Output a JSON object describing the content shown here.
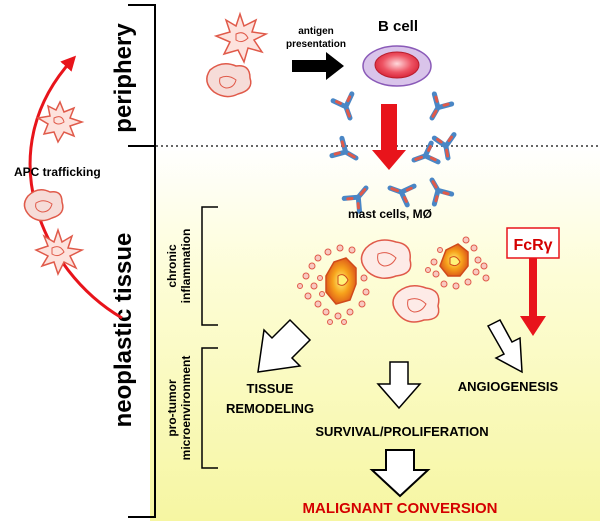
{
  "regions": {
    "periphery": "periphery",
    "neoplastic": "neoplastic tissue"
  },
  "side_labels": {
    "chronic_line1": "chronic",
    "chronic_line2": "inflammation",
    "protumor_line1": "pro-tumor",
    "protumor_line2": "microenvironment"
  },
  "labels": {
    "apc_trafficking": "APC trafficking",
    "antigen_line1": "antigen",
    "antigen_line2": "presentation",
    "b_cell": "B cell",
    "mast_cells": "mast cells, MØ",
    "fcr": "FcRγ",
    "tissue_line1": "TISSUE",
    "tissue_line2": "REMODELING",
    "angiogenesis": "ANGIOGENESIS",
    "survival": "SURVIVAL/PROLIFERATION",
    "malignant": "MALIGNANT CONVERSION"
  },
  "colors": {
    "red": "#e8141b",
    "dark_red": "#d40000",
    "yellow_bg": "#fbfbb8",
    "cell_pink": "#e7a4a4",
    "antibody_blue": "#4a86c5",
    "b_cell_outer": "#d9c4ea",
    "b_cell_inner": "#e63b4c",
    "core_orange": "#f5a623"
  }
}
